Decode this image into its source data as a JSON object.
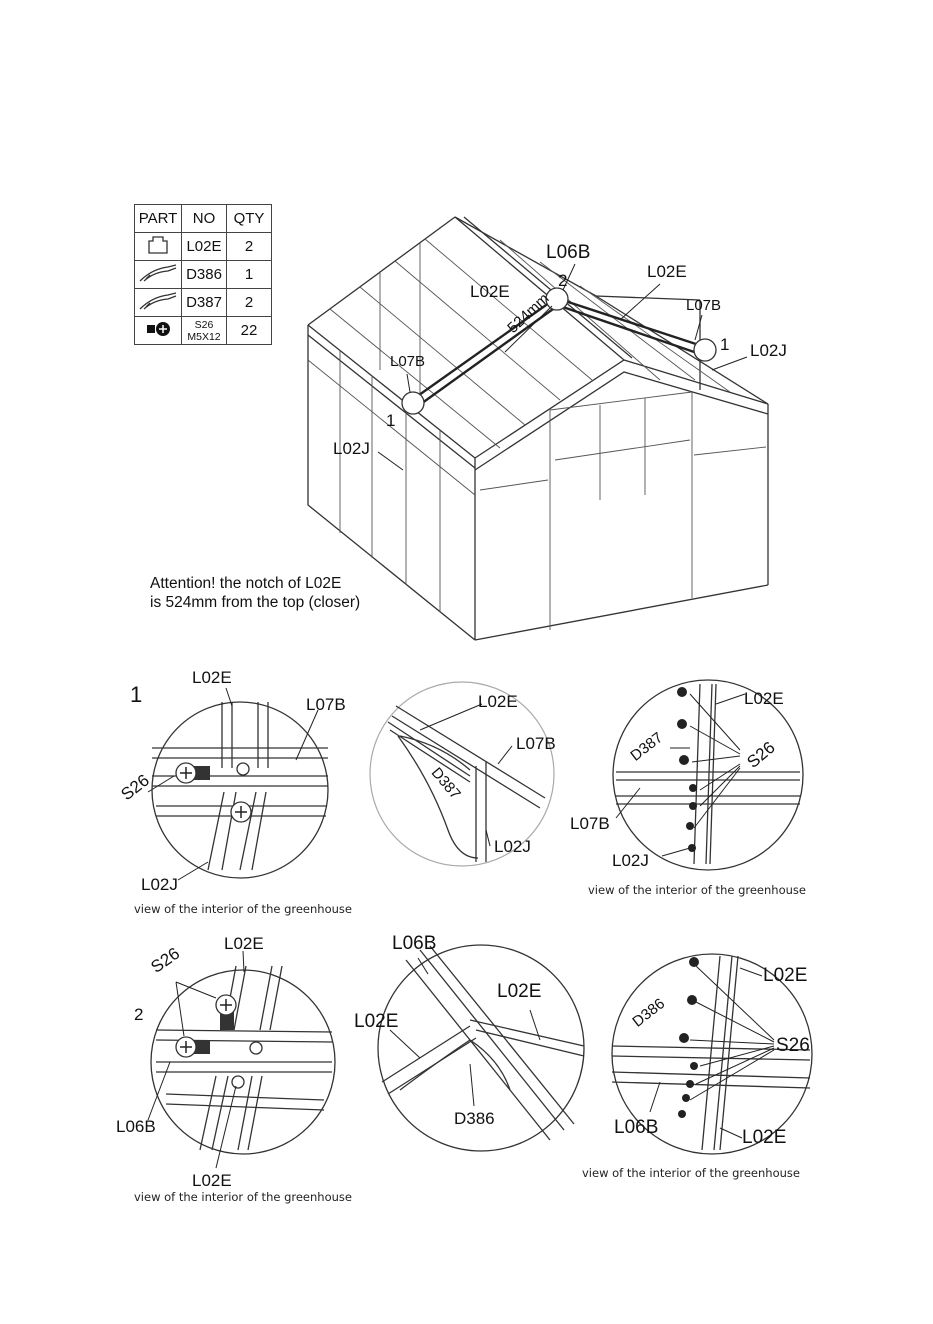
{
  "parts_table": {
    "headers": [
      "PART",
      "NO",
      "QTY"
    ],
    "rows": [
      {
        "icon": "profile-bracket-icon",
        "no": "L02E",
        "qty": "2"
      },
      {
        "icon": "corner-brace-icon",
        "no": "D386",
        "qty": "1"
      },
      {
        "icon": "corner-brace-icon",
        "no": "D387",
        "qty": "2"
      },
      {
        "icon": "screw-icon",
        "no_line1": "S26",
        "no_line2": "M5X12",
        "qty": "22"
      }
    ]
  },
  "main_diagram": {
    "labels": {
      "l06b": "L06B",
      "l02e_left": "L02E",
      "l02e_right": "L02E",
      "l07b_left": "L07B",
      "l07b_right": "L07B",
      "l02j_left": "L02J",
      "l02j_right": "L02J",
      "dimension": "524mm",
      "marker_1_left": "1",
      "marker_1_right": "1",
      "marker_2": "2"
    },
    "attention_line1": "Attention! the notch of L02E",
    "attention_line2": "is 524mm from the top (closer)"
  },
  "detail_1": {
    "step": "1",
    "left": {
      "l02e": "L02E",
      "l07b": "L07B",
      "s26": "S26",
      "l02j": "L02J",
      "caption": "view of the interior of the greenhouse"
    },
    "middle": {
      "l02e": "L02E",
      "l07b": "L07B",
      "d387": "D387",
      "l02j": "L02J"
    },
    "right": {
      "l02e": "L02E",
      "d387": "D387",
      "s26": "S26",
      "l07b": "L07B",
      "l02j": "L02J",
      "caption": "view of the interior of the greenhouse"
    }
  },
  "detail_2": {
    "step": "2",
    "left": {
      "s26": "S26",
      "l02e_top": "L02E",
      "l06b": "L06B",
      "l02e_bottom": "L02E",
      "caption": "view of the interior of the greenhouse"
    },
    "middle": {
      "l06b": "L06B",
      "l02e_right": "L02E",
      "l02e_left": "L02E",
      "d386": "D386"
    },
    "right": {
      "l02e_top": "L02E",
      "d386": "D386",
      "s26": "S26",
      "l06b": "L06B",
      "l02e_bottom": "L02E",
      "caption": "view of the interior of the greenhouse"
    }
  }
}
